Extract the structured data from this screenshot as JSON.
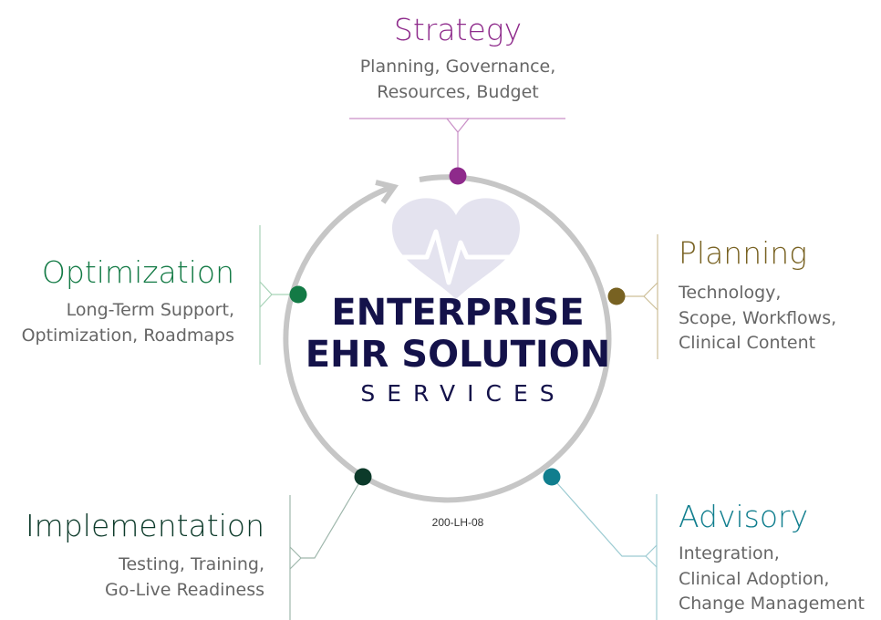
{
  "center": {
    "line1": "ENTERPRISE",
    "line2": "EHR SOLUTION",
    "line3": "SERVICES",
    "code": "200-LH-08",
    "logo_icon": "heart-pulse-icon"
  },
  "stages": {
    "strategy": {
      "title": "Strategy",
      "lines": [
        "Planning, Governance,",
        "Resources, Budget"
      ],
      "color": "#8e2a8b"
    },
    "planning": {
      "title": "Planning",
      "lines": [
        "Technology,",
        "Scope, Workflows,",
        "Clinical Content"
      ],
      "color": "#786222"
    },
    "advisory": {
      "title": "Advisory",
      "lines": [
        "Integration,",
        "Clinical Adoption,",
        "Change Management"
      ],
      "color": "#107e8e"
    },
    "implementation": {
      "title": "Implementation",
      "lines": [
        "Testing, Training,",
        "Go-Live Readiness"
      ],
      "color": "#0c3a2a"
    },
    "optimization": {
      "title": "Optimization",
      "lines": [
        "Long-Term Support,",
        "Optimization, Roadmaps"
      ],
      "color": "#137a45"
    }
  },
  "colors": {
    "ring": "#c6c6c6",
    "logo": "#e4e3ef",
    "center_text": "#14124a"
  }
}
